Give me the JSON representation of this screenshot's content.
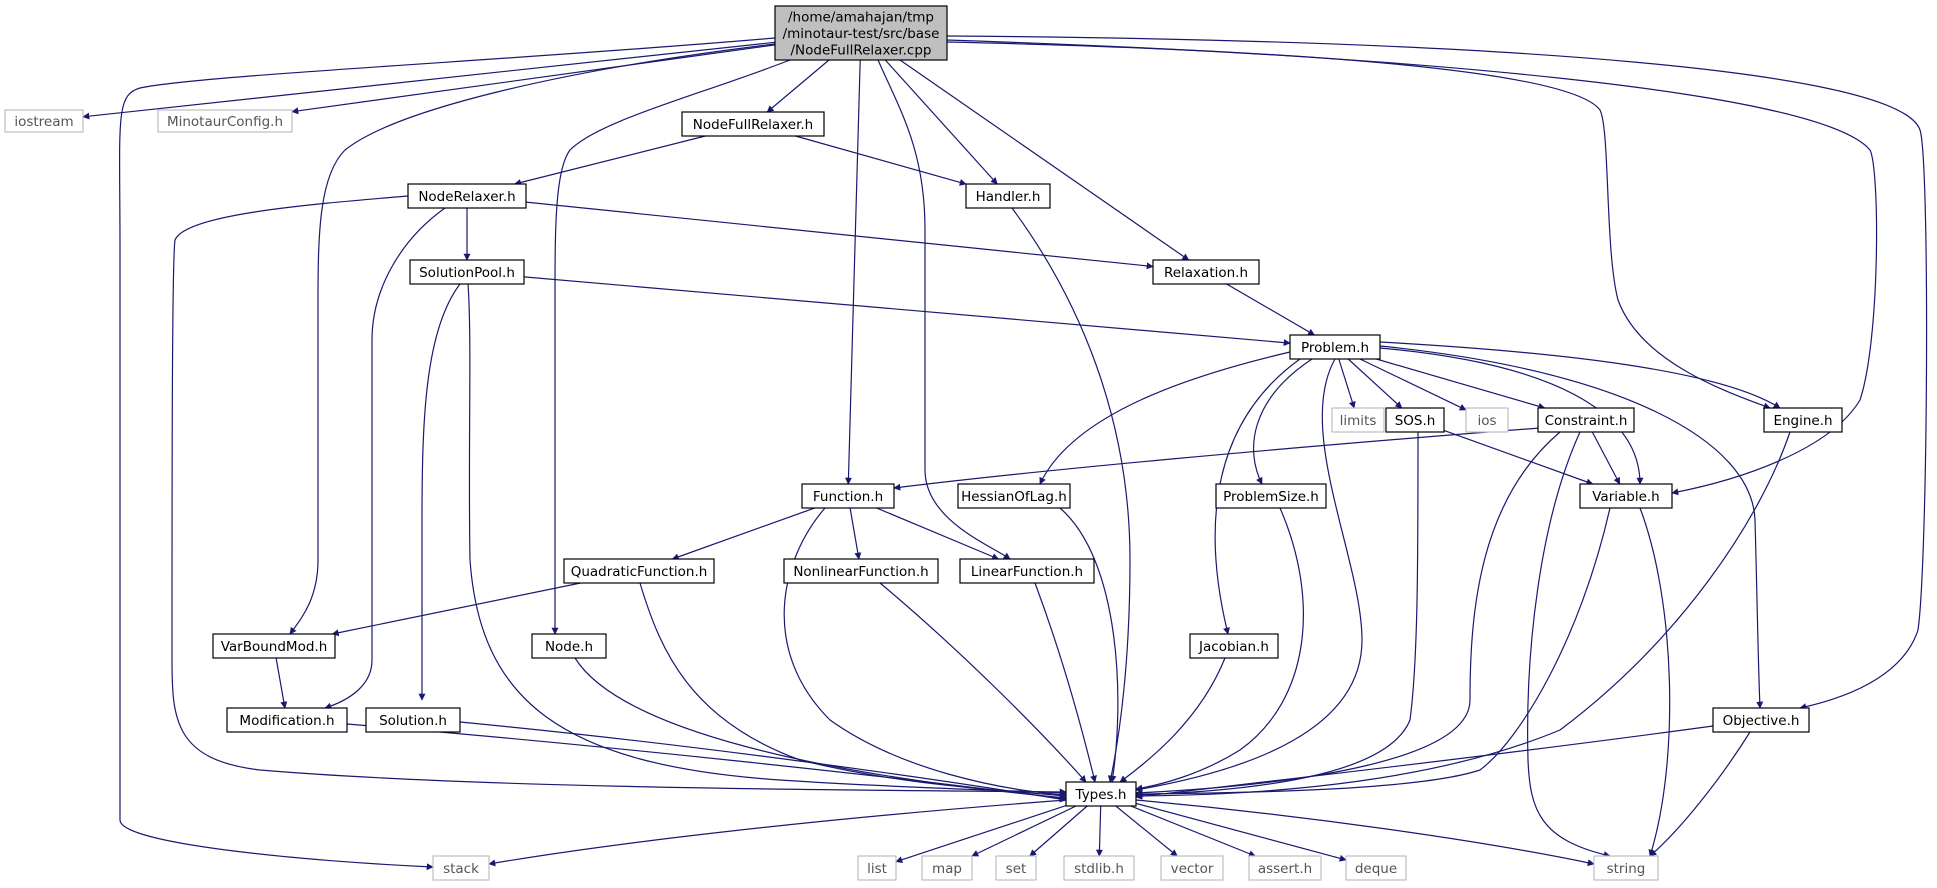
{
  "diagram": {
    "type": "include-dependency-graph",
    "colors": {
      "edge": "#191970",
      "local_border": "#000000",
      "system_border": "#bfbfbf",
      "root_fill": "#bfbfbf"
    },
    "root": {
      "id": "root",
      "lines": [
        "/home/amahajan/tmp",
        "/minotaur-test/src/base",
        "/NodeFullRelaxer.cpp"
      ]
    },
    "nodes": [
      {
        "id": "iostream",
        "label": "iostream",
        "kind": "system"
      },
      {
        "id": "minotaurconfig",
        "label": "MinotaurConfig.h",
        "kind": "system"
      },
      {
        "id": "nodefullrelaxer",
        "label": "NodeFullRelaxer.h",
        "kind": "local"
      },
      {
        "id": "noderelaxer",
        "label": "NodeRelaxer.h",
        "kind": "local"
      },
      {
        "id": "handler",
        "label": "Handler.h",
        "kind": "local"
      },
      {
        "id": "solutionpool",
        "label": "SolutionPool.h",
        "kind": "local"
      },
      {
        "id": "relaxation",
        "label": "Relaxation.h",
        "kind": "local"
      },
      {
        "id": "problem",
        "label": "Problem.h",
        "kind": "local"
      },
      {
        "id": "limits",
        "label": "limits",
        "kind": "system"
      },
      {
        "id": "sos",
        "label": "SOS.h",
        "kind": "local"
      },
      {
        "id": "ios",
        "label": "ios",
        "kind": "system"
      },
      {
        "id": "constraint",
        "label": "Constraint.h",
        "kind": "local"
      },
      {
        "id": "engine",
        "label": "Engine.h",
        "kind": "local"
      },
      {
        "id": "function",
        "label": "Function.h",
        "kind": "local"
      },
      {
        "id": "hessianoflag",
        "label": "HessianOfLag.h",
        "kind": "local"
      },
      {
        "id": "problemsize",
        "label": "ProblemSize.h",
        "kind": "local"
      },
      {
        "id": "variable",
        "label": "Variable.h",
        "kind": "local"
      },
      {
        "id": "quadraticfunction",
        "label": "QuadraticFunction.h",
        "kind": "local"
      },
      {
        "id": "nonlinearfunction",
        "label": "NonlinearFunction.h",
        "kind": "local"
      },
      {
        "id": "linearfunction",
        "label": "LinearFunction.h",
        "kind": "local"
      },
      {
        "id": "varboundmod",
        "label": "VarBoundMod.h",
        "kind": "local"
      },
      {
        "id": "node",
        "label": "Node.h",
        "kind": "local"
      },
      {
        "id": "jacobian",
        "label": "Jacobian.h",
        "kind": "local"
      },
      {
        "id": "modification",
        "label": "Modification.h",
        "kind": "local"
      },
      {
        "id": "solution",
        "label": "Solution.h",
        "kind": "local"
      },
      {
        "id": "objective",
        "label": "Objective.h",
        "kind": "local"
      },
      {
        "id": "types",
        "label": "Types.h",
        "kind": "local"
      },
      {
        "id": "stack",
        "label": "stack",
        "kind": "system"
      },
      {
        "id": "list",
        "label": "list",
        "kind": "system"
      },
      {
        "id": "map",
        "label": "map",
        "kind": "system"
      },
      {
        "id": "set",
        "label": "set",
        "kind": "system"
      },
      {
        "id": "stdlib",
        "label": "stdlib.h",
        "kind": "system"
      },
      {
        "id": "vector",
        "label": "vector",
        "kind": "system"
      },
      {
        "id": "assert",
        "label": "assert.h",
        "kind": "system"
      },
      {
        "id": "deque",
        "label": "deque",
        "kind": "system"
      },
      {
        "id": "string",
        "label": "string",
        "kind": "system"
      }
    ],
    "edges": [
      [
        "root",
        "iostream"
      ],
      [
        "root",
        "minotaurconfig"
      ],
      [
        "root",
        "nodefullrelaxer"
      ],
      [
        "root",
        "stack"
      ],
      [
        "root",
        "varboundmod"
      ],
      [
        "root",
        "node"
      ],
      [
        "root",
        "function"
      ],
      [
        "root",
        "linearfunction"
      ],
      [
        "root",
        "handler"
      ],
      [
        "root",
        "relaxation"
      ],
      [
        "root",
        "engine"
      ],
      [
        "root",
        "variable"
      ],
      [
        "root",
        "objective"
      ],
      [
        "nodefullrelaxer",
        "noderelaxer"
      ],
      [
        "nodefullrelaxer",
        "handler"
      ],
      [
        "noderelaxer",
        "solutionpool"
      ],
      [
        "noderelaxer",
        "relaxation"
      ],
      [
        "noderelaxer",
        "types"
      ],
      [
        "noderelaxer",
        "modification"
      ],
      [
        "solutionpool",
        "problem"
      ],
      [
        "solutionpool",
        "solution"
      ],
      [
        "solutionpool",
        "types"
      ],
      [
        "handler",
        "types"
      ],
      [
        "relaxation",
        "problem"
      ],
      [
        "problem",
        "limits"
      ],
      [
        "problem",
        "sos"
      ],
      [
        "problem",
        "ios"
      ],
      [
        "problem",
        "constraint"
      ],
      [
        "problem",
        "engine"
      ],
      [
        "problem",
        "hessianoflag"
      ],
      [
        "problem",
        "problemsize"
      ],
      [
        "problem",
        "jacobian"
      ],
      [
        "problem",
        "variable"
      ],
      [
        "problem",
        "objective"
      ],
      [
        "problem",
        "types"
      ],
      [
        "sos",
        "variable"
      ],
      [
        "sos",
        "types"
      ],
      [
        "constraint",
        "function"
      ],
      [
        "constraint",
        "variable"
      ],
      [
        "constraint",
        "types"
      ],
      [
        "constraint",
        "string"
      ],
      [
        "engine",
        "types"
      ],
      [
        "function",
        "quadraticfunction"
      ],
      [
        "function",
        "nonlinearfunction"
      ],
      [
        "function",
        "linearfunction"
      ],
      [
        "function",
        "types"
      ],
      [
        "hessianoflag",
        "types"
      ],
      [
        "problemsize",
        "types"
      ],
      [
        "variable",
        "types"
      ],
      [
        "variable",
        "string"
      ],
      [
        "quadraticfunction",
        "varboundmod"
      ],
      [
        "quadraticfunction",
        "types"
      ],
      [
        "nonlinearfunction",
        "types"
      ],
      [
        "linearfunction",
        "types"
      ],
      [
        "varboundmod",
        "modification"
      ],
      [
        "node",
        "types"
      ],
      [
        "jacobian",
        "types"
      ],
      [
        "modification",
        "types"
      ],
      [
        "solution",
        "types"
      ],
      [
        "objective",
        "types"
      ],
      [
        "objective",
        "string"
      ],
      [
        "types",
        "stack"
      ],
      [
        "types",
        "list"
      ],
      [
        "types",
        "map"
      ],
      [
        "types",
        "set"
      ],
      [
        "types",
        "stdlib"
      ],
      [
        "types",
        "vector"
      ],
      [
        "types",
        "assert"
      ],
      [
        "types",
        "deque"
      ],
      [
        "types",
        "string"
      ]
    ]
  }
}
